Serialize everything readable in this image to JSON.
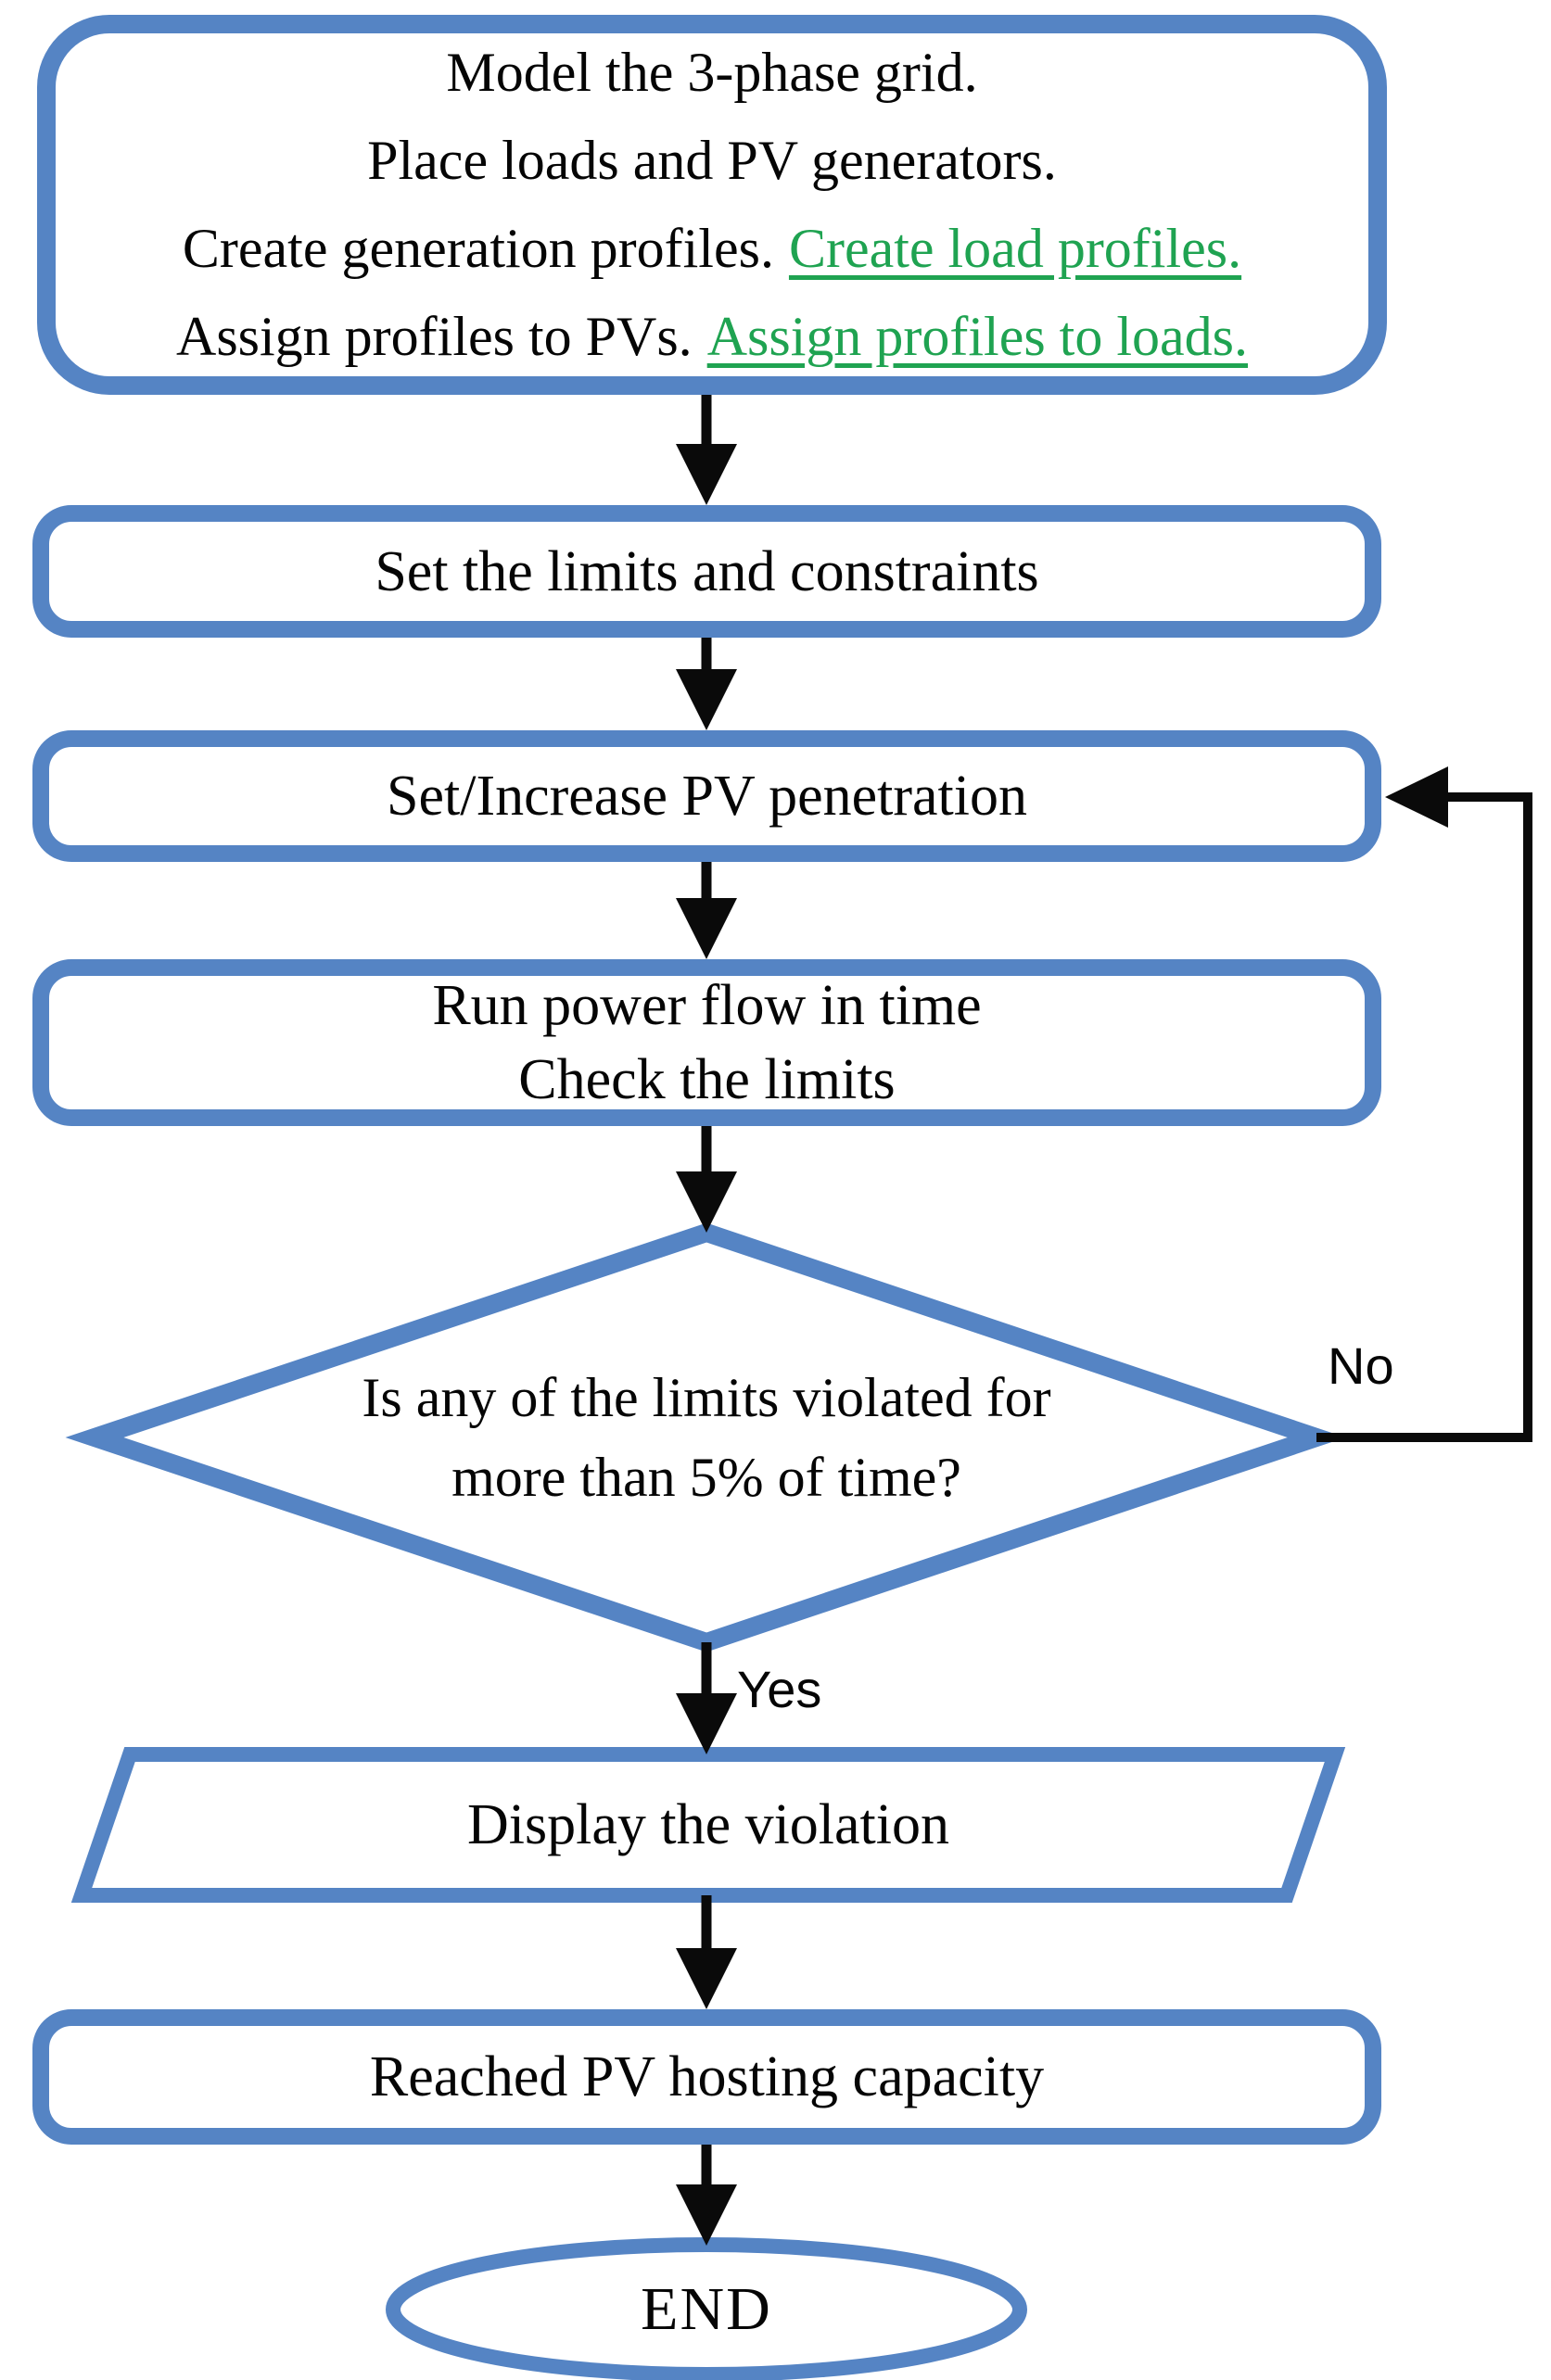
{
  "colors": {
    "shape_border_blue": "#5584c4",
    "arrow_black": "#0a0a0a",
    "link_green": "#1fa351",
    "text_black": "#050505",
    "background": "#ffffff"
  },
  "nodes": {
    "start": {
      "line1": "Model the 3-phase grid.",
      "line2": "Place loads and PV generators.",
      "line3_text": "Create generation profiles.",
      "line3_link": "Create load profiles.",
      "line4_text": "Assign profiles to PVs.",
      "line4_link": "Assign profiles to loads."
    },
    "set_limits": {
      "label": "Set the limits and constraints"
    },
    "set_penetration": {
      "label": "Set/Increase PV penetration"
    },
    "run_power_flow": {
      "line1": "Run power flow in time",
      "line2": "Check the limits"
    },
    "decision": {
      "line1": "Is any of the limits violated for",
      "line2": "more than 5% of time?"
    },
    "display_violation": {
      "label": "Display the violation"
    },
    "reached_capacity": {
      "label": "Reached PV hosting capacity"
    },
    "end": {
      "label": "END"
    }
  },
  "edge_labels": {
    "yes": "Yes",
    "no": "No"
  }
}
